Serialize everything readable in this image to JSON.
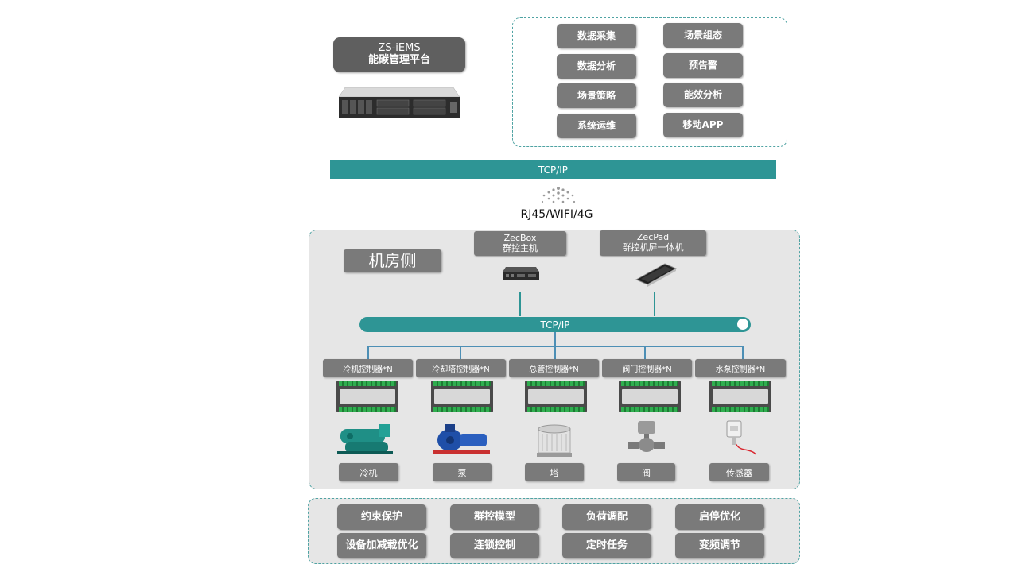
{
  "platform": {
    "title_line1": "ZS-iEMS",
    "title_line2": "能碳管理平台"
  },
  "features": [
    "数据采集",
    "场景组态",
    "数据分析",
    "预告警",
    "场景策略",
    "能效分析",
    "系统运维",
    "移动APP"
  ],
  "top_network": {
    "bar_label": "TCP/IP",
    "protocols": "RJ45/WIFI/4G"
  },
  "machine_room": {
    "title": "机房侧",
    "zecbox": {
      "line1": "ZecBox",
      "line2": "群控主机"
    },
    "zecpad": {
      "line1": "ZecPad",
      "line2": "群控机屏一体机"
    },
    "bus_label": "TCP/IP",
    "controllers": [
      "冷机控制器*N",
      "冷却塔控制器*N",
      "总管控制器*N",
      "阀门控制器*N",
      "水泵控制器*N"
    ],
    "devices": [
      "冷机",
      "泵",
      "塔",
      "阀",
      "传感器"
    ]
  },
  "strategies": [
    "约束保护",
    "群控模型",
    "负荷调配",
    "启停优化",
    "设备加减载优化",
    "连锁控制",
    "定时任务",
    "变频调节"
  ],
  "colors": {
    "teal": "#2e9595",
    "button_grey": "#7a7a7a",
    "panel_grey": "#e6e6e6",
    "dash": "#4fa3a3"
  }
}
